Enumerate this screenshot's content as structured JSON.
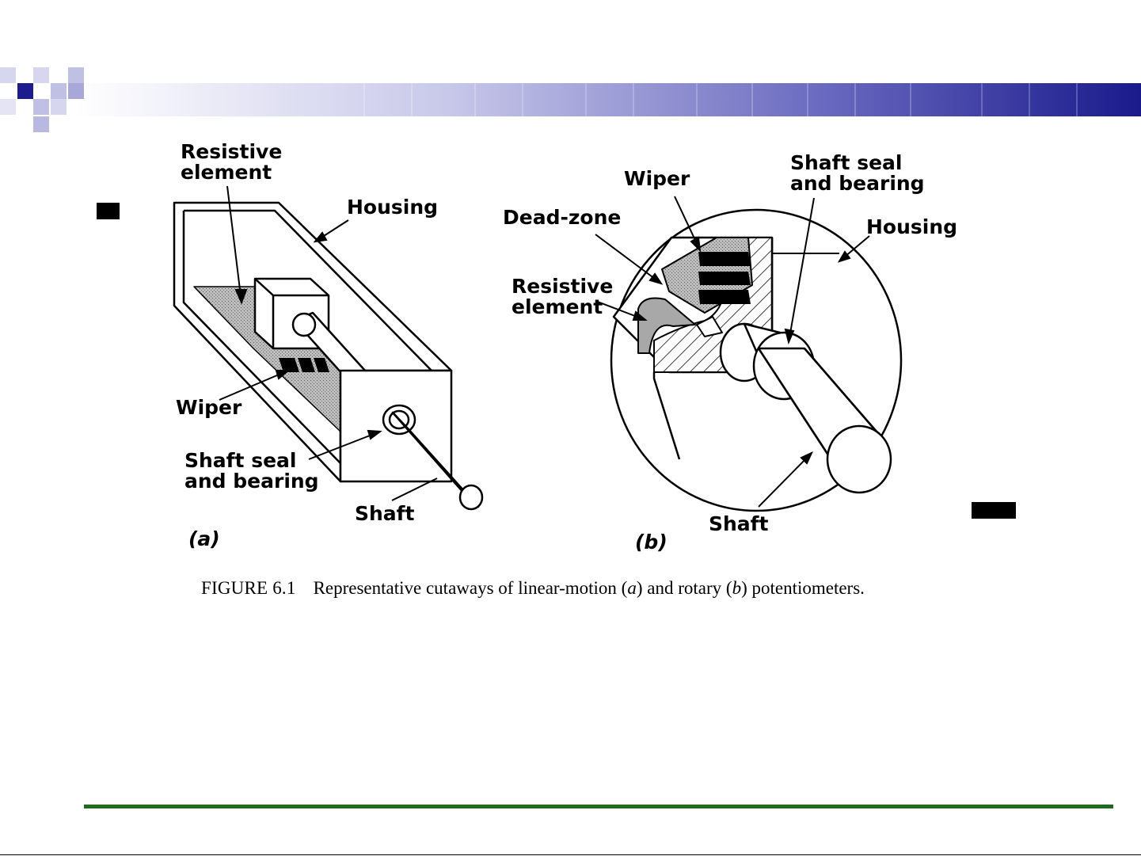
{
  "colors": {
    "header_gradient_start": "#ffffff",
    "header_gradient_end": "#1a1a8c",
    "header_square_dark": "#1c1c8c",
    "header_square_light": "#b8b8e0",
    "footer_rule": "#1f6b1f",
    "hatch": "#000000",
    "resistive_fill": "#a8a8a8"
  },
  "figure": {
    "panel_a": {
      "label": "(a)",
      "resistive_element": "Resistive\nelement",
      "resistive_element_line1": "Resistive",
      "resistive_element_line2": "element",
      "housing": "Housing",
      "wiper": "Wiper",
      "shaft_seal_line1": "Shaft seal",
      "shaft_seal_line2": "and bearing",
      "shaft": "Shaft"
    },
    "panel_b": {
      "label": "(b)",
      "wiper": "Wiper",
      "shaft_seal_line1": "Shaft seal",
      "shaft_seal_line2": "and bearing",
      "housing": "Housing",
      "dead_zone": "Dead-zone",
      "resistive_element_line1": "Resistive",
      "resistive_element_line2": "element",
      "shaft": "Shaft"
    },
    "caption": {
      "number": "FIGURE 6.1",
      "text_before_a": "Representative cutaways of linear-motion (",
      "a": "a",
      "text_between": ") and rotary (",
      "b": "b",
      "text_after": ") potentiometers."
    }
  }
}
